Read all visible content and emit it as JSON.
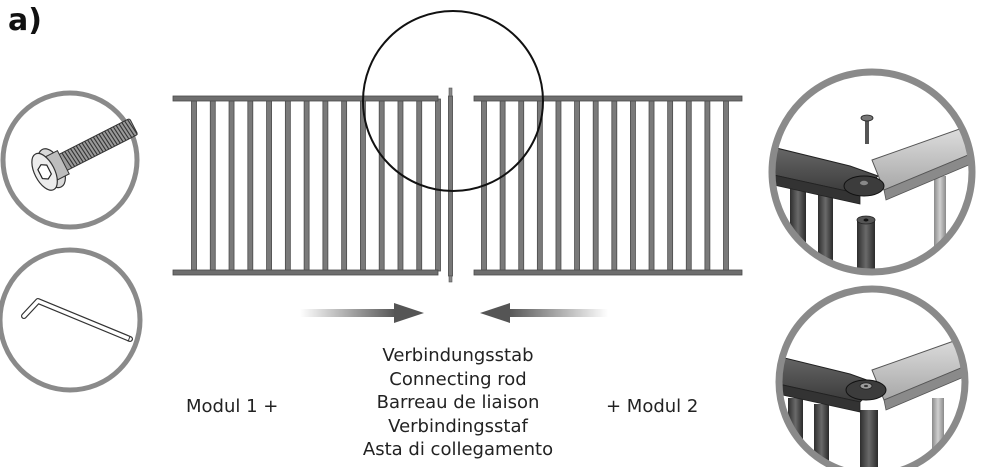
{
  "figure": {
    "step_label": "a)",
    "module_left": "Modul 1  +",
    "module_right": "+ Modul 2",
    "connecting_rod_names": [
      "Verbindungsstab",
      "Connecting rod",
      "Barreau de liaison",
      "Verbindingsstaf",
      "Asta di collegamento"
    ]
  },
  "colors": {
    "rail": "#6e6e6e",
    "outline": "#4a4a4a",
    "arrow": "#555555",
    "detail_metal_dark": "#5a5a5a",
    "detail_metal_light": "#c8c8c8"
  },
  "icons": [
    "screw-icon",
    "allen-key-icon"
  ]
}
